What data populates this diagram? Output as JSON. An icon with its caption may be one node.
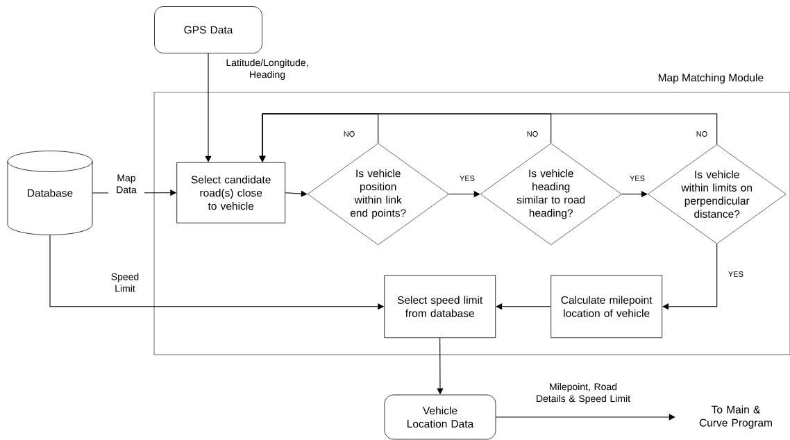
{
  "diagram": {
    "nodes": [
      {
        "text": [
          "GPS Data"
        ]
      },
      {
        "text": [
          "Map Matching Module"
        ]
      },
      {
        "text": [
          "Database"
        ]
      },
      {
        "text": [
          "Select candidate road(s) close to vehicle"
        ],
        "in": 1
      },
      {
        "text": [
          "Is vehicle position within link end points?"
        ],
        "in": 1
      },
      {
        "text": [
          "Is vehicle heading similar to road heading?"
        ],
        "in": 1
      },
      {
        "text": [
          "Is vehicle within limits on perpendicular distance?"
        ],
        "in": 1
      },
      {
        "text": [
          "Calculate milepoint location of vehicle"
        ],
        "in": 1
      },
      {
        "text": [
          "Select speed limit from database"
        ],
        "in": 1
      },
      {
        "text": [
          "Vehicle Location Data"
        ]
      },
      {
        "text": [
          "To Main & Curve Program"
        ]
      }
    ],
    "edges": [
      {
        "from": 0,
        "to": 3,
        "arrow": "to",
        "label": "Latitude/Longitude, Heading"
      },
      {
        "from": 2,
        "to": 3,
        "arrow": "to",
        "label": "Map Data"
      },
      {
        "from": 3,
        "to": 4,
        "arrow": "to"
      },
      {
        "from": 4,
        "to": 5,
        "arrow": "to",
        "label": "YES"
      },
      {
        "from": 5,
        "to": 6,
        "arrow": "to",
        "label": "YES"
      },
      {
        "from": 4,
        "to": 3,
        "arrow": "to",
        "label": "NO"
      },
      {
        "from": 5,
        "to": 3,
        "arrow": "to",
        "label": "NO"
      },
      {
        "from": 6,
        "to": 3,
        "arrow": "to",
        "label": "NO"
      },
      {
        "from": 6,
        "to": 7,
        "arrow": "to",
        "label": "YES"
      },
      {
        "from": 7,
        "to": 8,
        "arrow": "to"
      },
      {
        "from": 2,
        "to": 8,
        "arrow": "to",
        "label": "Speed Limit"
      },
      {
        "from": 8,
        "to": 9,
        "arrow": "to"
      },
      {
        "from": 9,
        "to": 10,
        "arrow": "to",
        "label": "Milepoint, Road Details & Speed Limit"
      }
    ]
  }
}
